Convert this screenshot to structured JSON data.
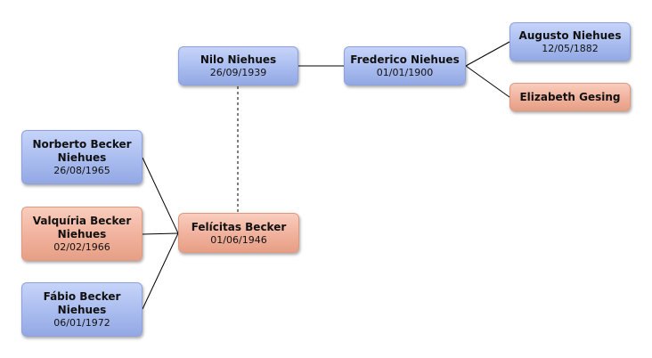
{
  "nodes": {
    "augusto": {
      "name": "Augusto Niehues",
      "date": "12/05/1882",
      "gender": "male"
    },
    "elizabeth": {
      "name": "Elizabeth Gesing",
      "date": "",
      "gender": "female"
    },
    "frederico": {
      "name": "Frederico Niehues",
      "date": "01/01/1900",
      "gender": "male"
    },
    "nilo": {
      "name": "Nilo Niehues",
      "date": "26/09/1939",
      "gender": "male"
    },
    "felicitas": {
      "name": "Felícitas Becker",
      "date": "01/06/1946",
      "gender": "female"
    },
    "norberto": {
      "name": "Norberto Becker Niehues",
      "date": "26/08/1965",
      "gender": "male"
    },
    "valquiria": {
      "name": "Valquíria Becker Niehues",
      "date": "02/02/1966",
      "gender": "female"
    },
    "fabio": {
      "name": "Fábio Becker Niehues",
      "date": "06/01/1972",
      "gender": "male"
    }
  },
  "colors": {
    "male": "#a9bcef",
    "female": "#f0b19c",
    "line": "#000000"
  }
}
